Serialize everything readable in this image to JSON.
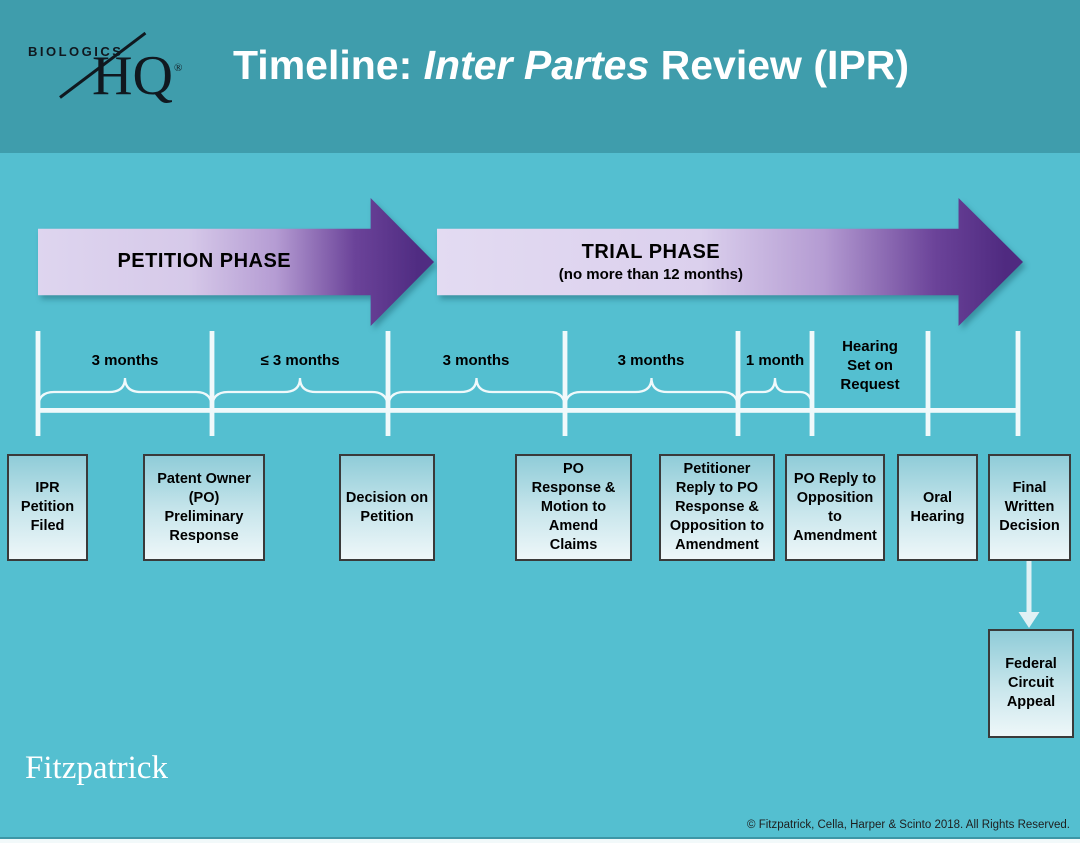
{
  "header": {
    "logo": {
      "wordmark_top": "BIOLOGICS",
      "wordmark_main": "HQ",
      "registered_mark": "®"
    },
    "title_prefix": "Timeline: ",
    "title_italic": "Inter Partes",
    "title_suffix": " Review (IPR)"
  },
  "phase_arrows": [
    {
      "label": "PETITION PHASE"
    },
    {
      "label": "TRIAL PHASE",
      "sublabel": "(no more than 12 months)"
    }
  ],
  "timeline": {
    "segment_labels": [
      "3 months",
      "≤ 3 months",
      "3 months",
      "3 months",
      "1 month"
    ],
    "hearing_label": "Hearing\nSet on\nRequest"
  },
  "steps": [
    {
      "label": "IPR\nPetition\nFiled"
    },
    {
      "label": "Patent Owner\n(PO)\nPreliminary\nResponse"
    },
    {
      "label": "Decision on\nPetition"
    },
    {
      "label": "PO\nResponse &\nMotion to\nAmend\nClaims"
    },
    {
      "label": "Petitioner\nReply to PO\nResponse &\nOpposition to\nAmendment"
    },
    {
      "label": "PO Reply to\nOpposition\nto\nAmendment"
    },
    {
      "label": "Oral\nHearing"
    },
    {
      "label": "Final\nWritten\nDecision"
    }
  ],
  "appeal": {
    "label": "Federal\nCircuit\nAppeal"
  },
  "footer": {
    "brand": "Fitzpatrick",
    "copyright": "© Fitzpatrick, Cella, Harper & Scinto 2018. All Rights Reserved."
  },
  "colors": {
    "header_teal": "#3f9dac",
    "body_teal": "#54bfd0",
    "arrow_gradient_light": "#ded5ef",
    "arrow_gradient_dark": "#4f2a80",
    "box_gradient_top": "#8fccd8",
    "box_gradient_bottom": "#eef7f9",
    "timeline_white": "#f0f9fb",
    "text_black": "#000000",
    "title_white": "#ffffff"
  }
}
